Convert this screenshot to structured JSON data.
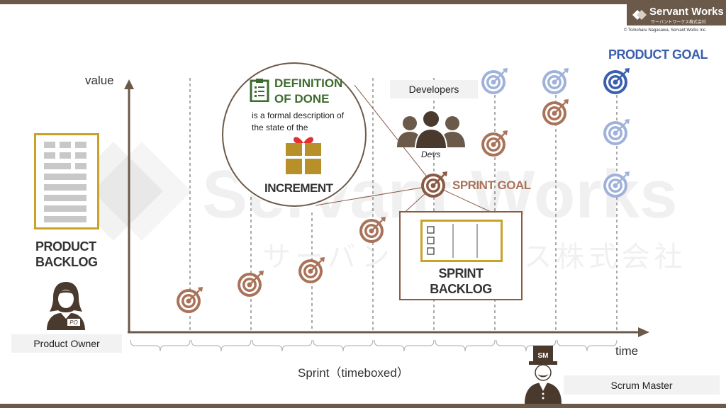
{
  "brand": {
    "name": "Servant Works",
    "kana": "サーバントワークス株式会社",
    "copyright": "© Tomoharu Nagasawa, Servant Works Inc."
  },
  "watermark": {
    "main": "Servant Works",
    "kana": "サーバントワークス株式会社"
  },
  "axes": {
    "y_label": "value",
    "x_label": "time"
  },
  "product_backlog": {
    "line1": "PRODUCT",
    "line2": "BACKLOG"
  },
  "product_owner": {
    "label": "Product Owner",
    "badge": "PO"
  },
  "definition_of_done": {
    "title_line1": "DEFINITION",
    "title_line2": "OF DONE",
    "desc_line1": "is a formal description of",
    "desc_line2": "the state of the",
    "increment": "INCREMENT"
  },
  "developers": {
    "label": "Developers",
    "caption": "Devs"
  },
  "sprint_goal": "SPRINT GOAL",
  "sprint_backlog": {
    "line1": "SPRINT",
    "line2": "BACKLOG"
  },
  "product_goal": "PRODUCT GOAL",
  "sprint": {
    "label": "Sprint（timeboxed）"
  },
  "scrum_master": {
    "label": "Scrum Master",
    "badge": "SM"
  },
  "colors": {
    "brown": "#a9735a",
    "brown_dark": "#6b5a4a",
    "blue": "#3a5fae",
    "blue_light": "#9fb2d9",
    "gold": "#b8902a",
    "green": "#3d6b2f",
    "sprint_backlog_border": "#8a5a45"
  }
}
